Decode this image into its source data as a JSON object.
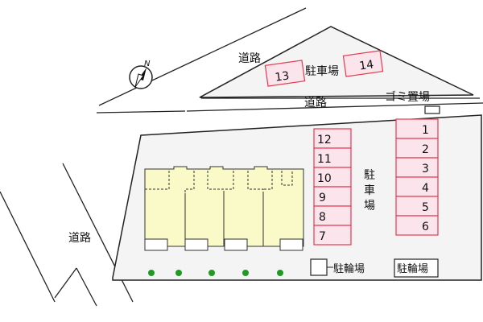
{
  "labels": {
    "road_top_left": "道路",
    "road_middle": "道路",
    "road_left": "道路",
    "upper_parking": "駐車場",
    "garbage": "ゴミ置場",
    "main_parking_c1": "駐",
    "main_parking_c2": "車",
    "main_parking_c3": "場",
    "bicycle_1": "駐輪場",
    "bicycle_2": "駐輪場",
    "north": "N"
  },
  "parking_upper": [
    "13",
    "14"
  ],
  "parking_left": [
    "12",
    "11",
    "10",
    "9",
    "8",
    "7"
  ],
  "parking_right": [
    "1",
    "2",
    "3",
    "4",
    "5",
    "6"
  ],
  "colors": {
    "parking_fill": "#fce4ec",
    "parking_stroke": "#e53950",
    "building_fill": "#fafac8",
    "lot_fill": "#f4f4f4",
    "tree": "#1f9a22"
  }
}
